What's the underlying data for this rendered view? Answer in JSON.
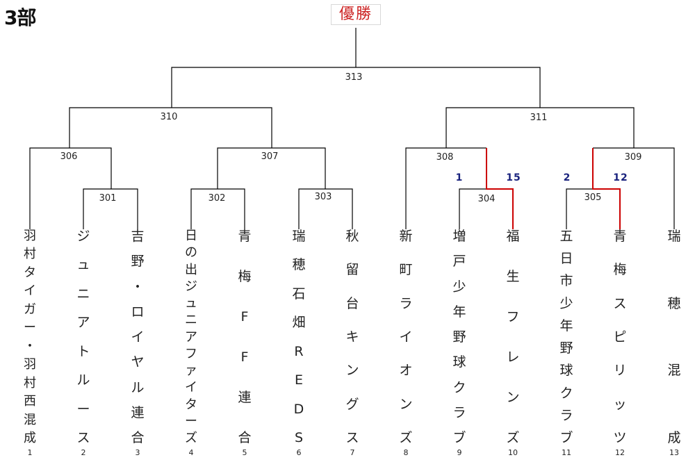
{
  "division_label": "3部",
  "champion_label": "優勝",
  "teams": [
    {
      "seed": "1",
      "name": "羽村タイガー・羽村西混成"
    },
    {
      "seed": "2",
      "name": "ジュニアトルース"
    },
    {
      "seed": "3",
      "name": "吉野・ロイヤル連合"
    },
    {
      "seed": "4",
      "name": "日の出ジュニアファイターズ"
    },
    {
      "seed": "5",
      "name": "青梅FF連合"
    },
    {
      "seed": "6",
      "name": "瑞穂石畑REDS"
    },
    {
      "seed": "7",
      "name": "秋留台キングス"
    },
    {
      "seed": "8",
      "name": "新町ライオンズ"
    },
    {
      "seed": "9",
      "name": "増戸少年野球クラブ"
    },
    {
      "seed": "10",
      "name": "福生フレンズ"
    },
    {
      "seed": "11",
      "name": "五日市少年野球クラブ"
    },
    {
      "seed": "12",
      "name": "青梅スピリッツ"
    },
    {
      "seed": "13",
      "name": "瑞穂混成"
    }
  ],
  "matches": {
    "m301": "301",
    "m302": "302",
    "m303": "303",
    "m304": "304",
    "m305": "305",
    "m306": "306",
    "m307": "307",
    "m308": "308",
    "m309": "309",
    "m310": "310",
    "m311": "311",
    "m313": "313"
  },
  "scores": {
    "m304_left": "1",
    "m304_right": "15",
    "m305_left": "2",
    "m305_right": "12"
  },
  "colors": {
    "line": "#000000",
    "winner_line": "#cc0000",
    "score": "#1a237e",
    "champion": "#cc2222"
  }
}
